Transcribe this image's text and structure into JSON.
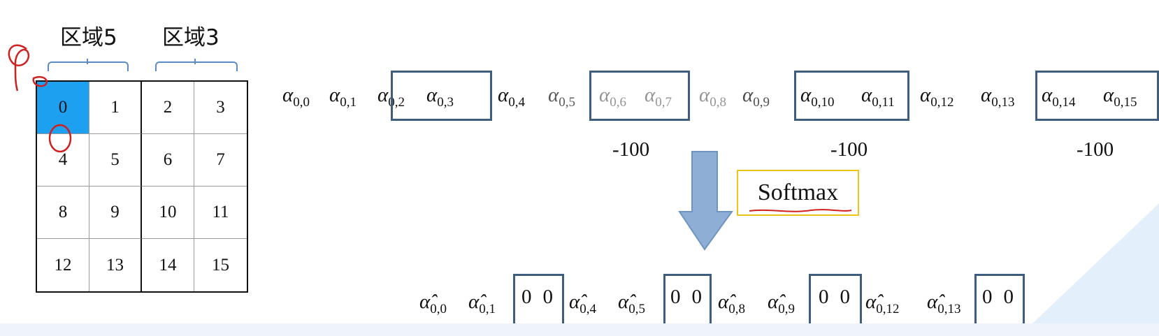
{
  "regions": [
    {
      "label": "区域5"
    },
    {
      "label": "区域3"
    }
  ],
  "grid": {
    "cells": [
      "0",
      "1",
      "2",
      "3",
      "4",
      "5",
      "6",
      "7",
      "8",
      "9",
      "10",
      "11",
      "12",
      "13",
      "14",
      "15"
    ],
    "highlight": "0",
    "highlight_color": "#1ea0f0"
  },
  "alpha_row": {
    "symbol": "α",
    "subs": [
      "0,0",
      "0,1",
      "0,2",
      "0,3",
      "0,4",
      "0,5",
      "0,6",
      "0,7",
      "0,8",
      "0,9",
      "0,10",
      "0,11",
      "0,12",
      "0,13",
      "0,14",
      "0,15"
    ]
  },
  "minus_values": [
    "-100",
    "-100",
    "-100"
  ],
  "softmax": {
    "label": "Softmax",
    "border_color": "#f0c31a"
  },
  "hat_row": {
    "symbol": "α̂",
    "subs": [
      "0,0",
      "0,1",
      "0,4",
      "0,5",
      "0,8",
      "0,9",
      "0,12",
      "0,13"
    ],
    "zero": "0"
  },
  "colors": {
    "box": "#3f5d7e",
    "arrow": "#8eaed6",
    "brace": "#5b8cc5"
  }
}
